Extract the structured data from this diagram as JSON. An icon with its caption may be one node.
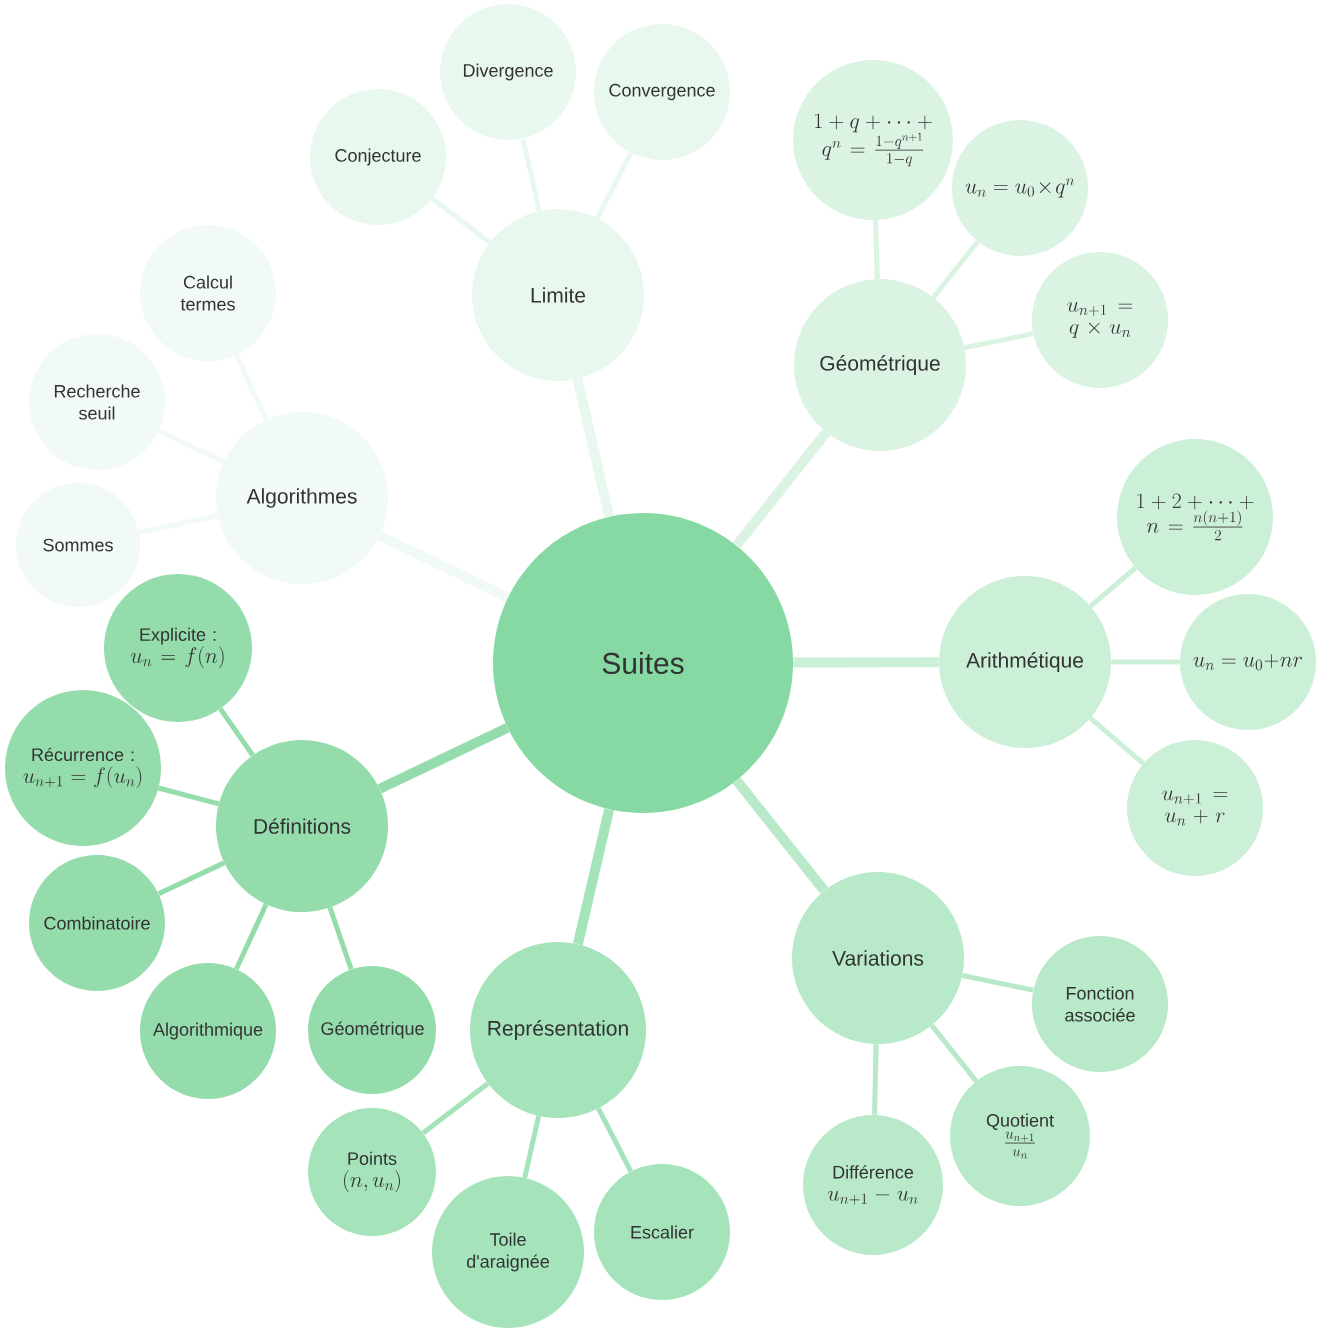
{
  "diagram": {
    "nodes": [
      {
        "text": [
          "Suites"
        ]
      },
      {
        "text": [
          "Limite"
        ]
      },
      {
        "text": [
          "Conjecture"
        ]
      },
      {
        "text": [
          "Divergence"
        ]
      },
      {
        "text": [
          "Convergence"
        ]
      },
      {
        "text": [
          "Géométrique"
        ]
      },
      {
        "text": [
          "1+q+\\cdots+q^n=\\frac{1-q^{n+1}}{1-q}"
        ]
      },
      {
        "text": [
          "u_n = u_0\\times q^n"
        ]
      },
      {
        "text": [
          "u_{n+1} = q\\times u_n"
        ]
      },
      {
        "text": [
          "Arithmétique"
        ]
      },
      {
        "text": [
          "1+2+\\cdots+n=\\frac{n(n+1)}{2}"
        ]
      },
      {
        "text": [
          "u_n = u_0+nr"
        ]
      },
      {
        "text": [
          "u_{n+1} = u_n+r"
        ]
      },
      {
        "text": [
          "Variations"
        ]
      },
      {
        "text": [
          "Fonction associée"
        ]
      },
      {
        "text": [
          "Quotient",
          "\\frac{u_{n+1}}{u_n}"
        ]
      },
      {
        "text": [
          "Différence",
          "u_{n+1}-u_n"
        ]
      },
      {
        "text": [
          "Représentation"
        ]
      },
      {
        "text": [
          "Points",
          "(n,u_n)"
        ]
      },
      {
        "text": [
          "Toile d'araignée"
        ]
      },
      {
        "text": [
          "Escalier"
        ]
      },
      {
        "text": [
          "Définitions"
        ]
      },
      {
        "text": [
          "Explicite :",
          "u_n = f(n)"
        ]
      },
      {
        "text": [
          "Récurrence :",
          "u_{n+1} = f(u_n)"
        ]
      },
      {
        "text": [
          "Combinatoire"
        ]
      },
      {
        "text": [
          "Algorithmique"
        ]
      },
      {
        "text": [
          "Géométrique"
        ]
      },
      {
        "text": [
          "Algorithmes"
        ]
      },
      {
        "text": [
          "Calcul termes"
        ]
      },
      {
        "text": [
          "Recherche seuil"
        ]
      },
      {
        "text": [
          "Sommes"
        ]
      }
    ],
    "edges": [
      {
        "from": 0,
        "to": 1,
        "arrow": "none",
        "style": "thick",
        "color": "#e8f8ee"
      },
      {
        "from": 1,
        "to": 2,
        "arrow": "none",
        "color": "#e8f8ee"
      },
      {
        "from": 1,
        "to": 3,
        "arrow": "none",
        "color": "#e8f8ee"
      },
      {
        "from": 1,
        "to": 4,
        "arrow": "none",
        "color": "#e8f8ee"
      },
      {
        "from": 0,
        "to": 5,
        "arrow": "none",
        "style": "thick",
        "color": "#dbf3e3"
      },
      {
        "from": 5,
        "to": 6,
        "arrow": "none",
        "color": "#dbf3e3"
      },
      {
        "from": 5,
        "to": 7,
        "arrow": "none",
        "color": "#dbf3e3"
      },
      {
        "from": 5,
        "to": 8,
        "arrow": "none",
        "color": "#dbf3e3"
      },
      {
        "from": 0,
        "to": 9,
        "arrow": "none",
        "style": "thick",
        "color": "#cbefd7"
      },
      {
        "from": 9,
        "to": 10,
        "arrow": "none",
        "color": "#cbefd7"
      },
      {
        "from": 9,
        "to": 11,
        "arrow": "none",
        "color": "#cbefd7"
      },
      {
        "from": 9,
        "to": 12,
        "arrow": "none",
        "color": "#cbefd7"
      },
      {
        "from": 0,
        "to": 13,
        "arrow": "none",
        "style": "thick",
        "color": "#b8e9c8"
      },
      {
        "from": 13,
        "to": 14,
        "arrow": "none",
        "color": "#b8e9c8"
      },
      {
        "from": 13,
        "to": 15,
        "arrow": "none",
        "color": "#b8e9c8"
      },
      {
        "from": 13,
        "to": 16,
        "arrow": "none",
        "color": "#b8e9c8"
      },
      {
        "from": 0,
        "to": 17,
        "arrow": "none",
        "style": "thick",
        "color": "#a5e3bb"
      },
      {
        "from": 17,
        "to": 18,
        "arrow": "none",
        "color": "#a5e3bb"
      },
      {
        "from": 17,
        "to": 19,
        "arrow": "none",
        "color": "#a5e3bb"
      },
      {
        "from": 17,
        "to": 20,
        "arrow": "none",
        "color": "#a5e3bb"
      },
      {
        "from": 0,
        "to": 21,
        "arrow": "none",
        "style": "thick",
        "color": "#94dcab"
      },
      {
        "from": 21,
        "to": 22,
        "arrow": "none",
        "color": "#94dcab"
      },
      {
        "from": 21,
        "to": 23,
        "arrow": "none",
        "color": "#94dcab"
      },
      {
        "from": 21,
        "to": 24,
        "arrow": "none",
        "color": "#94dcab"
      },
      {
        "from": 21,
        "to": 25,
        "arrow": "none",
        "color": "#94dcab"
      },
      {
        "from": 21,
        "to": 26,
        "arrow": "none",
        "color": "#94dcab"
      },
      {
        "from": 0,
        "to": 27,
        "arrow": "none",
        "style": "thick",
        "color": "#f1faf4"
      },
      {
        "from": 27,
        "to": 28,
        "arrow": "none",
        "color": "#f1faf4"
      },
      {
        "from": 27,
        "to": 29,
        "arrow": "none",
        "color": "#f1faf4"
      },
      {
        "from": 27,
        "to": 30,
        "arrow": "none",
        "color": "#f1faf4"
      }
    ]
  }
}
